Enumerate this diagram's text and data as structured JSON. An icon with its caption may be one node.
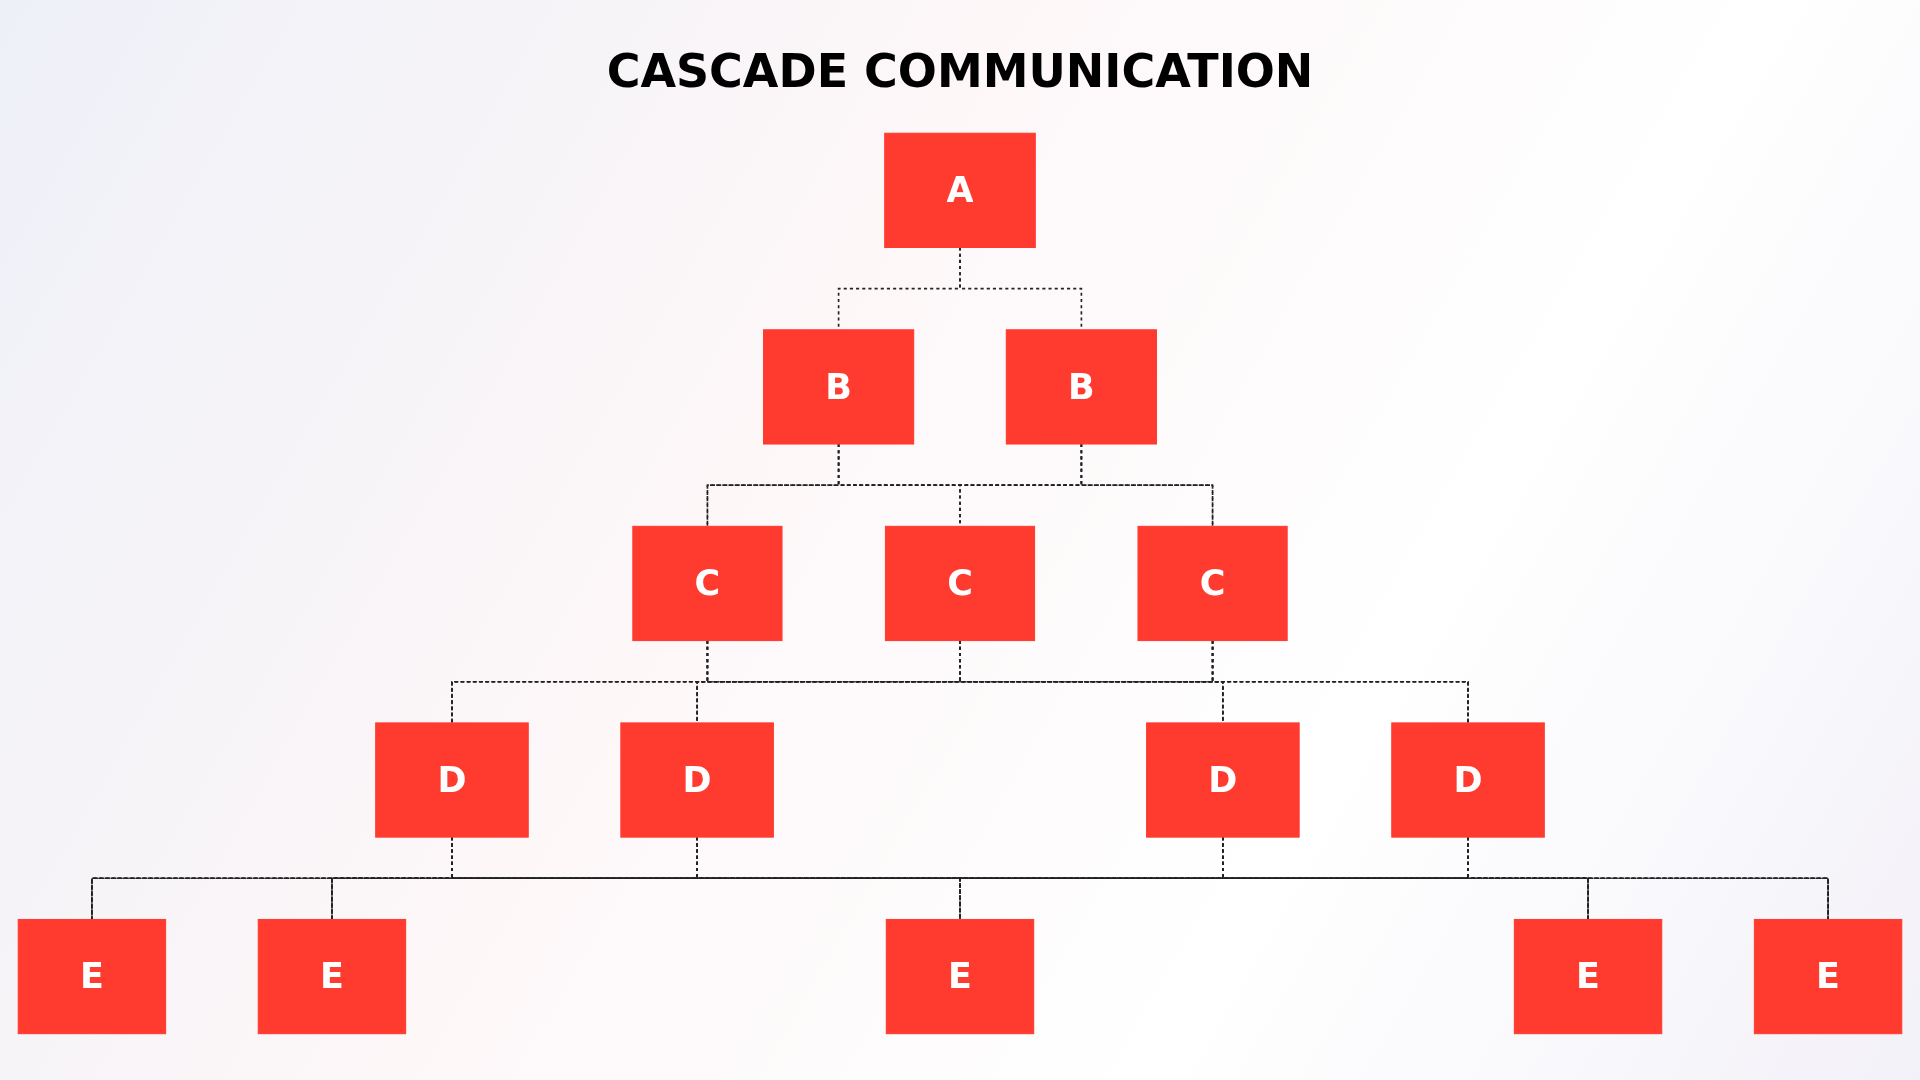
{
  "diagram": {
    "title": "CASCADE COMMUNICATION",
    "nodes": [
      {
        "text": [
          "A"
        ]
      },
      {
        "text": [
          "B"
        ]
      },
      {
        "text": [
          "B"
        ]
      },
      {
        "text": [
          "C"
        ]
      },
      {
        "text": [
          "C"
        ]
      },
      {
        "text": [
          "C"
        ]
      },
      {
        "text": [
          "D"
        ]
      },
      {
        "text": [
          "D"
        ]
      },
      {
        "text": [
          "D"
        ]
      },
      {
        "text": [
          "D"
        ]
      },
      {
        "text": [
          "E"
        ]
      },
      {
        "text": [
          "E"
        ]
      },
      {
        "text": [
          "E"
        ]
      },
      {
        "text": [
          "E"
        ]
      },
      {
        "text": [
          "E"
        ]
      }
    ],
    "edges": [
      {
        "from": 0,
        "to": 1,
        "arrow": "none",
        "style": "dashed"
      },
      {
        "from": 0,
        "to": 2,
        "arrow": "none",
        "style": "dashed"
      },
      {
        "from": 1,
        "to": 3,
        "arrow": "none",
        "style": "dashed"
      },
      {
        "from": 1,
        "to": 4,
        "arrow": "none",
        "style": "dashed"
      },
      {
        "from": 1,
        "to": 5,
        "arrow": "none",
        "style": "dashed"
      },
      {
        "from": 2,
        "to": 3,
        "arrow": "none",
        "style": "dashed"
      },
      {
        "from": 2,
        "to": 4,
        "arrow": "none",
        "style": "dashed"
      },
      {
        "from": 2,
        "to": 5,
        "arrow": "none",
        "style": "dashed"
      },
      {
        "from": 3,
        "to": 6,
        "arrow": "none",
        "style": "dashed"
      },
      {
        "from": 3,
        "to": 7,
        "arrow": "none",
        "style": "dashed"
      },
      {
        "from": 3,
        "to": 8,
        "arrow": "none",
        "style": "dashed"
      },
      {
        "from": 3,
        "to": 9,
        "arrow": "none",
        "style": "dashed"
      },
      {
        "from": 4,
        "to": 6,
        "arrow": "none",
        "style": "dashed"
      },
      {
        "from": 4,
        "to": 7,
        "arrow": "none",
        "style": "dashed"
      },
      {
        "from": 4,
        "to": 8,
        "arrow": "none",
        "style": "dashed"
      },
      {
        "from": 4,
        "to": 9,
        "arrow": "none",
        "style": "dashed"
      },
      {
        "from": 5,
        "to": 6,
        "arrow": "none",
        "style": "dashed"
      },
      {
        "from": 5,
        "to": 7,
        "arrow": "none",
        "style": "dashed"
      },
      {
        "from": 5,
        "to": 8,
        "arrow": "none",
        "style": "dashed"
      },
      {
        "from": 5,
        "to": 9,
        "arrow": "none",
        "style": "dashed"
      },
      {
        "from": 6,
        "to": 10,
        "arrow": "none",
        "style": "dashed"
      },
      {
        "from": 6,
        "to": 11,
        "arrow": "none",
        "style": "dashed"
      },
      {
        "from": 6,
        "to": 12,
        "arrow": "none",
        "style": "dashed"
      },
      {
        "from": 6,
        "to": 13,
        "arrow": "none",
        "style": "dashed"
      },
      {
        "from": 6,
        "to": 14,
        "arrow": "none",
        "style": "dashed"
      },
      {
        "from": 7,
        "to": 10,
        "arrow": "none",
        "style": "dashed"
      },
      {
        "from": 7,
        "to": 11,
        "arrow": "none",
        "style": "dashed"
      },
      {
        "from": 7,
        "to": 12,
        "arrow": "none",
        "style": "dashed"
      },
      {
        "from": 7,
        "to": 13,
        "arrow": "none",
        "style": "dashed"
      },
      {
        "from": 7,
        "to": 14,
        "arrow": "none",
        "style": "dashed"
      },
      {
        "from": 8,
        "to": 10,
        "arrow": "none",
        "style": "dashed"
      },
      {
        "from": 8,
        "to": 11,
        "arrow": "none",
        "style": "dashed"
      },
      {
        "from": 8,
        "to": 12,
        "arrow": "none",
        "style": "dashed"
      },
      {
        "from": 8,
        "to": 13,
        "arrow": "none",
        "style": "dashed"
      },
      {
        "from": 8,
        "to": 14,
        "arrow": "none",
        "style": "dashed"
      },
      {
        "from": 9,
        "to": 10,
        "arrow": "none",
        "style": "dashed"
      },
      {
        "from": 9,
        "to": 11,
        "arrow": "none",
        "style": "dashed"
      },
      {
        "from": 9,
        "to": 12,
        "arrow": "none",
        "style": "dashed"
      },
      {
        "from": 9,
        "to": 13,
        "arrow": "none",
        "style": "dashed"
      },
      {
        "from": 9,
        "to": 14,
        "arrow": "none",
        "style": "dashed"
      }
    ]
  }
}
